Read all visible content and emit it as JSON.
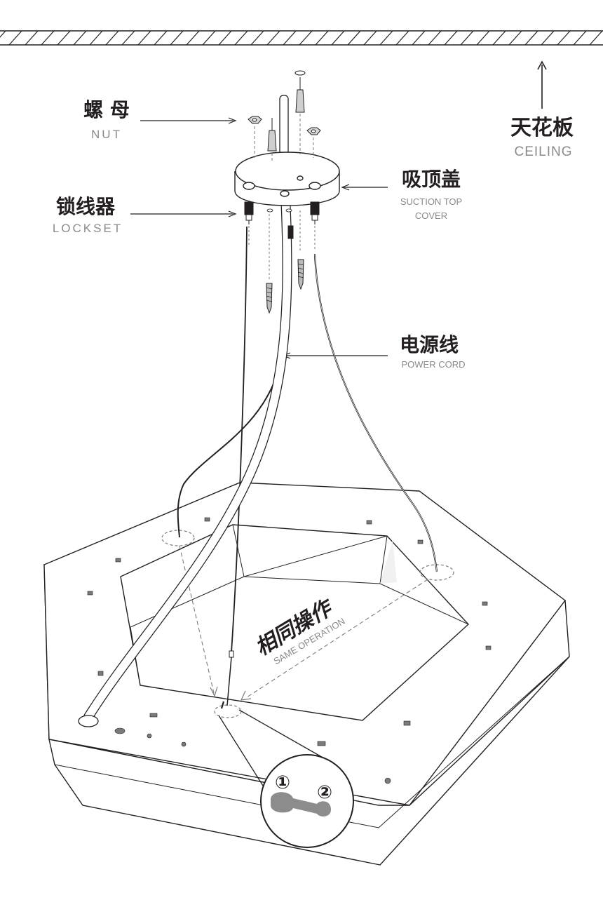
{
  "labels": {
    "ceiling": {
      "cn": "天花板",
      "en": "CEILING"
    },
    "nut": {
      "cn": "螺 母",
      "en": "NUT"
    },
    "lockset": {
      "cn": "锁线器",
      "en": "LOCKSET"
    },
    "suction_cover": {
      "cn": "吸顶盖",
      "en_line1": "SUCTION TOP",
      "en_line2": "COVER"
    },
    "power_cord": {
      "cn": "电源线",
      "en": "POWER CORD"
    },
    "same_operation": {
      "cn": "相同操作",
      "en": "SAME OPERATION"
    },
    "step_one": "①",
    "step_two": "②"
  },
  "colors": {
    "ink": "#231f20",
    "grey_text": "#8a8a8a",
    "keyhole_fill": "#8c8c8c"
  }
}
